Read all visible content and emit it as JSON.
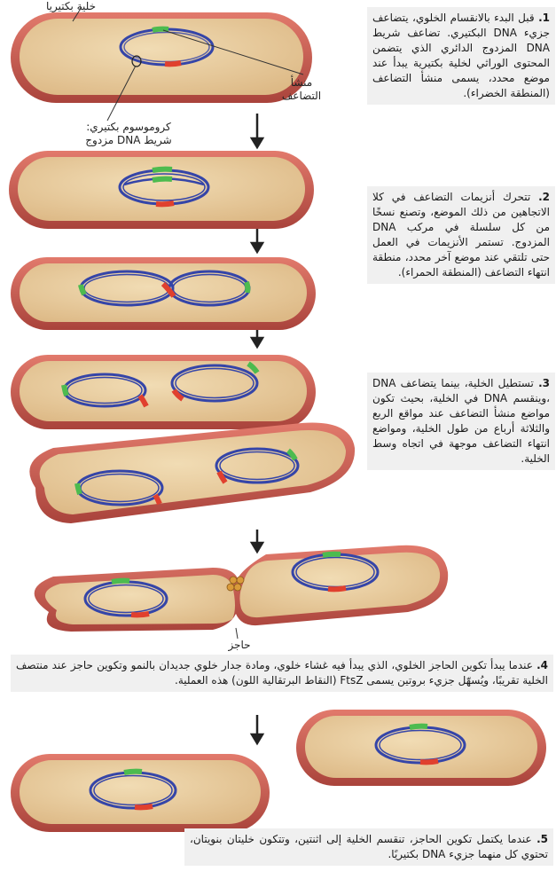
{
  "labels": {
    "cell": "خلية بكتيريا",
    "origin": "منشأ\nالتضاعف",
    "chromosome": "كروموسوم بكتيري:\nشريط DNA مزدوج",
    "septum": "حاجز"
  },
  "steps": [
    {
      "num": "1.",
      "text": "قبل البدء بالانقسام الخلوي، يتضاعف جزيء DNA البكتيري. تضاعف شريط DNA المزدوج الدائري الذي يتضمن المحتوى الوراثي لخلية بكتيرية يبدأ عند موضع محدد، يسمى منشأ التضاعف (المنطقة الخضراء)."
    },
    {
      "num": "2.",
      "text": "تتحرك أنزيمات التضاعف في كلا الاتجاهين من ذلك الموضع، وتصنع نسخًا من كل سلسلة في مركب DNA المزدوج. تستمر الأنزيمات في العمل حتى تلتقي عند موضع آخر محدد، منطقة انتهاء التضاعف (المنطقة الحمراء)."
    },
    {
      "num": "3.",
      "text": "تستطيل الخلية، بينما يتضاعف DNA ،وينقسم DNA في الخلية، بحيث تكون مواضع منشأ التضاعف عند مواقع الربع والثلاثة أرباع من طول الخلية، ومواضع انتهاء التضاعف موجهة في اتجاه وسط الخلية."
    },
    {
      "num": "4.",
      "text": "عندما يبدأ تكوين الحاجز الخلوي، الذي يبدأ فيه غشاء خلوي، ومادة جدار خلوي جديدان بالنمو وتكوين حاجز عند منتصف الخلية تقريبًا، ويُسهّل جزيء بروتين يسمى FtsZ (النقاط البرتقالية اللون) هذه العملية."
    },
    {
      "num": "5.",
      "text": "عندما يكتمل تكوين الحاجز، تنقسم الخلية إلى اثنتين، وتتكون خليتان بنويتان، تحتوي كل منهما جزيء DNA بكتيريًا."
    }
  ],
  "colors": {
    "wall": "#c0574c",
    "cytoplasm": "#e7c99a",
    "dna": "#3545a8",
    "origin": "#4dbb4f",
    "terminus": "#e0402e",
    "ftsz": "#d99a3a",
    "text_box": "#f0f0f0"
  }
}
